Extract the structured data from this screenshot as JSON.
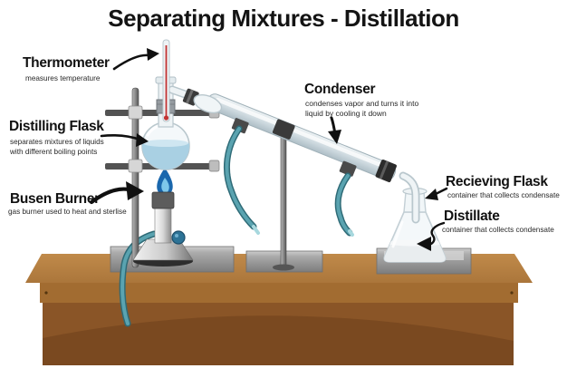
{
  "title": "Separating Mixtures - Distillation",
  "labels": {
    "thermometer": {
      "name": "Thermometer",
      "desc": "measures temperature"
    },
    "distilling_flask": {
      "name": "Distilling Flask",
      "desc": "separates mixtures of liquids with different boiling points"
    },
    "bunsen_burner": {
      "name": "Busen Burner",
      "desc": "gas burner used to heat and sterlise"
    },
    "condenser": {
      "name": "Condenser",
      "desc": "condenses vapor and turns it into liquid by cooling it down"
    },
    "receiving_flask": {
      "name": "Recieving Flask",
      "desc": "container that collects condensate"
    },
    "distillate": {
      "name": "Distillate",
      "desc": "container that collects condensate"
    }
  },
  "colors": {
    "title_text": "#141414",
    "label_text": "#111111",
    "desc_text": "#282828",
    "tabletop_brown": "#b5803f",
    "table_apron_brown": "#a26c31",
    "table_panel_brown": "#8a5527",
    "table_shade_brown": "#7a4920",
    "plate_gray": "#9a9a9a",
    "stand_gray": "#5a5a5a",
    "flame_blue_outer": "#1a67ad",
    "flame_blue_inner": "#7ec7ea",
    "hose_teal": "#4f9aab",
    "liquid_blue": "#a9d0e3",
    "distillate_white": "#e9edef",
    "glass_edge": "#c3cfd5",
    "glass_fill": "#f4f8fa",
    "thermometer_red": "#c23333",
    "knob_blue": "#2d7396",
    "arrow_black": "#101010"
  }
}
